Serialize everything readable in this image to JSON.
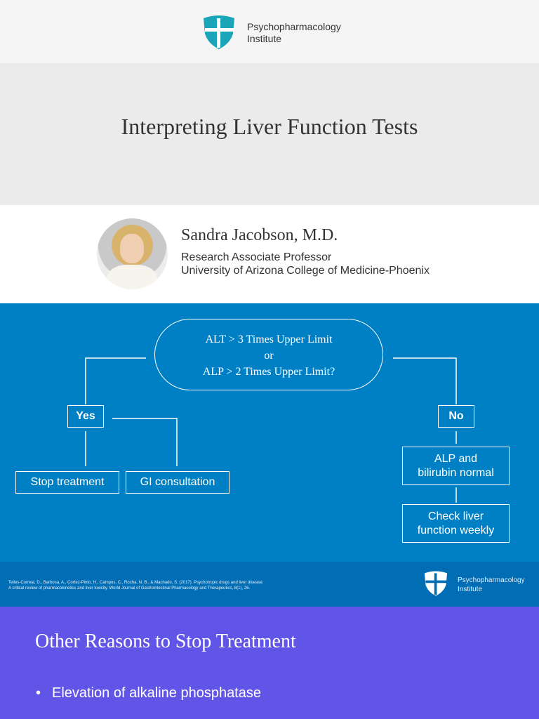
{
  "header": {
    "brand_line1": "Psychopharmacology",
    "brand_line2": "Institute"
  },
  "title": "Interpreting Liver Function Tests",
  "presenter": {
    "name": "Sandra Jacobson, M.D.",
    "role": "Research Associate Professor",
    "university": "University of Arizona College of Medicine-Phoenix"
  },
  "flowchart": {
    "question_line1": "ALT > 3 Times Upper Limit",
    "question_line2": "or",
    "question_line3": "ALP > 2 Times Upper Limit?",
    "yes_label": "Yes",
    "no_label": "No",
    "stop_treatment": "Stop treatment",
    "gi_consultation": "GI consultation",
    "alp_line1": "ALP and",
    "alp_line2": "bilirubin normal",
    "check_line1": "Check liver",
    "check_line2": "function weekly"
  },
  "footer": {
    "citation_line1": "Telles-Correia, D., Barbosa, A., Cortez-Pinto, H., Campos, C., Rocha, N. B., & Machado, S. (2017). Psychotropic drugs and liver disease:",
    "citation_line2": "A critical review of pharmacokinetics and liver toxicity. World Journal of Gastrointestinal Pharmacology and Therapeutics, 8(1), 26.",
    "brand_line1": "Psychopharmacology",
    "brand_line2": "Institute"
  },
  "next_slide": {
    "title": "Other Reasons to Stop Treatment",
    "bullet_symbol": "•",
    "bullet": "Elevation of alkaline phosphatase"
  },
  "colors": {
    "slide_blue": "#0080c4",
    "footer_blue": "#006db5",
    "next_purple": "#6155e8",
    "logo_teal": "#1aa5b8"
  }
}
